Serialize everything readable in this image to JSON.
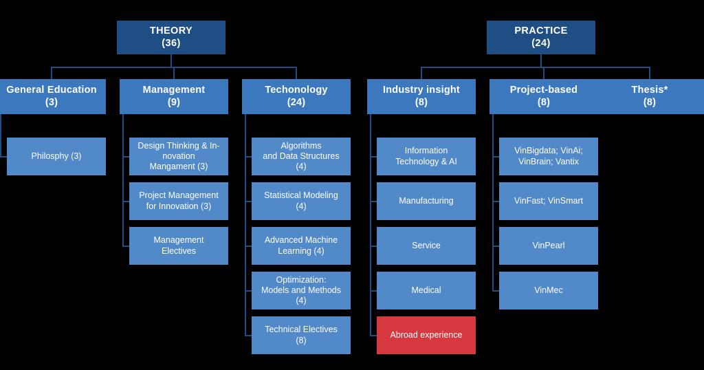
{
  "diagram": {
    "title": "Curriculum structure: Theory and Practice",
    "background_color": "#000000",
    "colors": {
      "root_box": "#1F4E85",
      "category_box": "#3C78BE",
      "leaf_box": "#5289C8",
      "highlight_box": "#D5383E",
      "connector": "#1F4E85",
      "text": "#FFFFFF"
    }
  },
  "branches": [
    {
      "id": "theory",
      "root": {
        "label": "THEORY",
        "credits": "(36)",
        "text": "THEORY\n(36)"
      },
      "categories": [
        {
          "id": "general-education",
          "label": "General Education",
          "credits": "(3)",
          "text": "General Education\n(3)",
          "children": [
            {
              "text": "Philosphy (3)",
              "highlight": false
            }
          ]
        },
        {
          "id": "management",
          "label": "Management",
          "credits": "(9)",
          "text": "Management\n(9)",
          "children": [
            {
              "text": "Design Thinking & In-\nnovation\nMangament (3)",
              "highlight": false
            },
            {
              "text": "Project Management\nfor Innovation (3)",
              "highlight": false
            },
            {
              "text": "Management\nElectives",
              "highlight": false
            }
          ]
        },
        {
          "id": "techonology",
          "label": "Techonology",
          "credits": "(24)",
          "text": "Techonology\n(24)",
          "children": [
            {
              "text": "Algorithms\nand Data Structures\n(4)",
              "highlight": false
            },
            {
              "text": "Statistical Modeling\n(4)",
              "highlight": false
            },
            {
              "text": "Advanced Machine\nLearning (4)",
              "highlight": false
            },
            {
              "text": "Optimization:\nModels and Methods\n(4)",
              "highlight": false
            },
            {
              "text": "Technical Electives\n(8)",
              "highlight": false
            }
          ]
        }
      ]
    },
    {
      "id": "practice",
      "root": {
        "label": "PRACTICE",
        "credits": "(24)",
        "text": "PRACTICE\n(24)"
      },
      "categories": [
        {
          "id": "industry-insight",
          "label": "Industry insight",
          "credits": "(8)",
          "text": "Industry insight\n(8)",
          "children": [
            {
              "text": "Information\nTechnology & AI",
              "highlight": false
            },
            {
              "text": "Manufacturing",
              "highlight": false
            },
            {
              "text": "Service",
              "highlight": false
            },
            {
              "text": "Medical",
              "highlight": false
            },
            {
              "text": "Abroad experience",
              "highlight": true
            }
          ]
        },
        {
          "id": "project-based",
          "label": "Project-based",
          "credits": "(8)",
          "text": "Project-based\n(8)",
          "children": [
            {
              "text": "VinBigdata; VinAi;\nVinBrain; Vantix",
              "highlight": false
            },
            {
              "text": "VinFast; VinSmart",
              "highlight": false
            },
            {
              "text": "VinPearl",
              "highlight": false
            },
            {
              "text": "VinMec",
              "highlight": false
            }
          ]
        },
        {
          "id": "thesis",
          "label": "Thesis*",
          "credits": "(8)",
          "text": "Thesis*\n(8)",
          "children": []
        }
      ]
    }
  ]
}
